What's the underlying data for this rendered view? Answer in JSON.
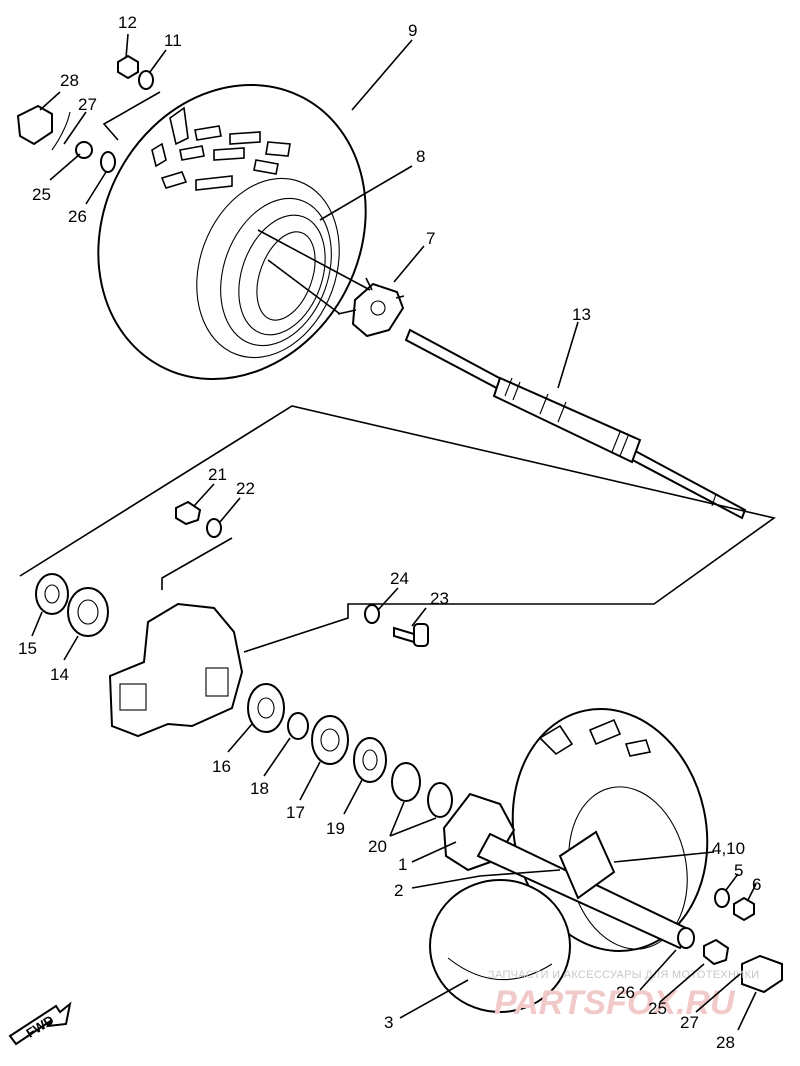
{
  "labels": {
    "p12": "12",
    "p11": "11",
    "p9": "9",
    "p28a": "28",
    "p27a": "27",
    "p25a": "25",
    "p26a": "26",
    "p8": "8",
    "p7": "7",
    "p13": "13",
    "p21": "21",
    "p22": "22",
    "p24": "24",
    "p23": "23",
    "p15": "15",
    "p14": "14",
    "p16": "16",
    "p18": "18",
    "p17": "17",
    "p19": "19",
    "p20": "20",
    "p1": "1",
    "p2": "2",
    "p3": "3",
    "p410": "4,10",
    "p5": "5",
    "p6": "6",
    "p26b": "26",
    "p25b": "25",
    "p27b": "27",
    "p28b": "28"
  },
  "fwd_label": "FWD",
  "watermark": {
    "caption": "ЗАПЧАСТИ И АКСЕССУАРЫ ДЛЯ МОТОТЕХНИКИ",
    "logo": "PARTSFOX.RU"
  },
  "colors": {
    "ink": "#000000",
    "paper": "#ffffff",
    "watermark": "#f2c9c9"
  }
}
